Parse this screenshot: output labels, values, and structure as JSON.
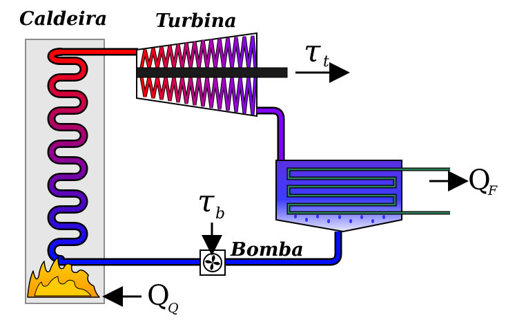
{
  "labels": {
    "boiler": "Caldeira",
    "turbine": "Turbina",
    "pump": "Bomba",
    "turbine_work_symbol": "τ",
    "turbine_work_sub": "t",
    "pump_work_symbol": "τ",
    "pump_work_sub": "b",
    "heat_out_symbol": "Q",
    "heat_out_sub": "F",
    "heat_in_symbol": "Q",
    "heat_in_sub": "Q"
  },
  "colors": {
    "hot": "#ff0000",
    "mid": "#8000c0",
    "cold": "#0000ff",
    "boiler_fill": "#e6e6e6",
    "condenser_coil": "#2e7d5b",
    "condensate": "#4040ff"
  }
}
